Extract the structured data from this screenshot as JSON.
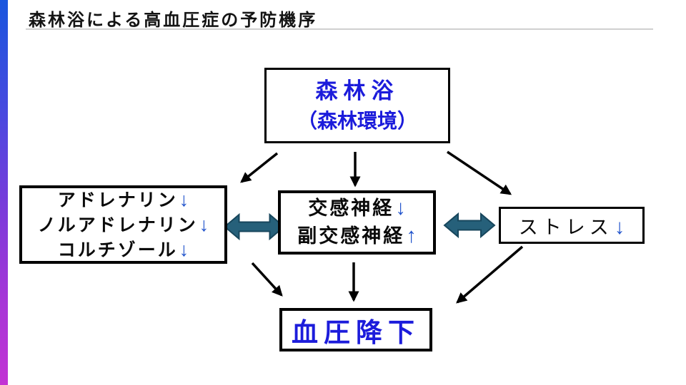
{
  "slide": {
    "title": "森林浴による高血圧症の予防機序"
  },
  "colors": {
    "title_text": "#141414",
    "box_border": "#000000",
    "blue_heading_text": "#1C1CDB",
    "blue_glyph_arrow": "#2355CC",
    "teal_double_arrow": "#26607A",
    "connector_black": "#000000",
    "accent_bar_top": "#1956DE",
    "accent_bar_middle": "#7C3BDA",
    "accent_bar_bottom": "#C233D4"
  },
  "diagram": {
    "top_box": {
      "line1": "森林浴",
      "line2": "（森林環境）"
    },
    "left_box": {
      "lines": [
        {
          "text": "アドレナリン",
          "arrow": "↓"
        },
        {
          "text": "ノルアドレナリン",
          "arrow": "↓"
        },
        {
          "text": "コルチゾール",
          "arrow": "↓"
        }
      ]
    },
    "center_box": {
      "lines": [
        {
          "text": "交感神経",
          "arrow": "↓"
        },
        {
          "text": "副交感神経",
          "arrow": "↑"
        }
      ]
    },
    "right_box": {
      "text": "ストレス",
      "arrow": "↓"
    },
    "bottom_box": {
      "text": "血圧降下"
    }
  }
}
